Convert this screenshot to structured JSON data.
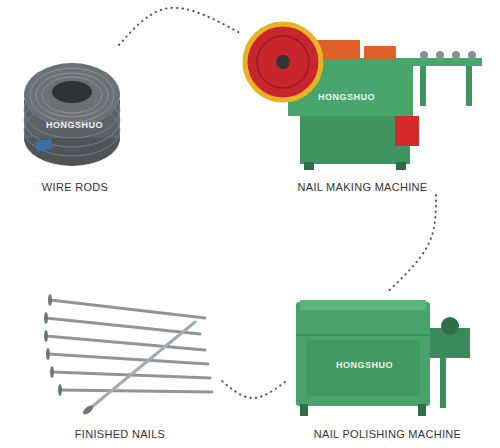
{
  "diagram": {
    "nodes": [
      {
        "text": [
          "WIRE RODS"
        ]
      },
      {
        "text": [
          "NAIL MAKING MACHINE"
        ]
      },
      {
        "text": [
          "NAIL POLISHING MACHINE"
        ]
      },
      {
        "text": [
          "FINISHED NAILS"
        ]
      }
    ],
    "edges": [
      {
        "from": 0,
        "to": 1,
        "arrow": "none"
      },
      {
        "from": 1,
        "to": 2,
        "arrow": "none"
      },
      {
        "from": 2,
        "to": 3,
        "arrow": "none"
      }
    ],
    "labels": [
      "HONGSHUO",
      "HONGSHUO",
      "HONGSHUO"
    ]
  }
}
